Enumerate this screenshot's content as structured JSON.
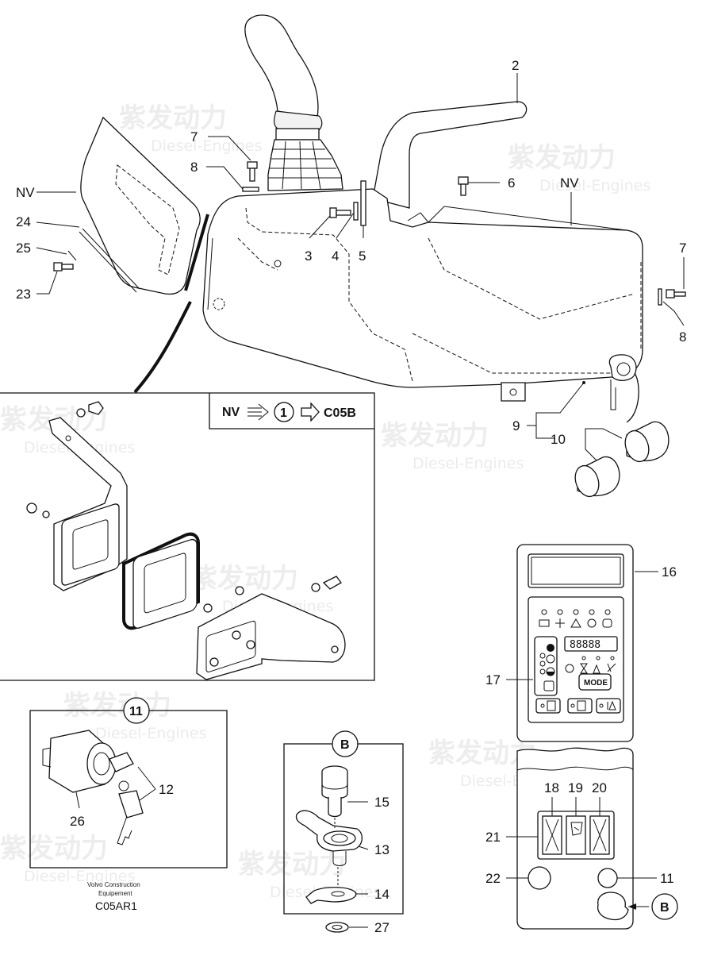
{
  "labels": {
    "p2": "2",
    "p3": "3",
    "p4": "4",
    "p5": "5",
    "p6": "6",
    "p7a": "7",
    "p7b": "7",
    "p8a": "8",
    "p8b": "8",
    "p9": "9",
    "p10": "10",
    "p11a": "11",
    "p11b": "11",
    "p12": "12",
    "p13": "13",
    "p14": "14",
    "p15": "15",
    "p16": "16",
    "p17": "17",
    "p18": "18",
    "p19": "19",
    "p20": "20",
    "p21": "21",
    "p22": "22",
    "p23": "23",
    "p24": "24",
    "p25": "25",
    "p26": "26",
    "p27": "27",
    "nv_left": "NV",
    "nv_right": "NV",
    "callout_b": "B",
    "detail_b": "B"
  },
  "inset_header": {
    "prefix": "NV",
    "circle": "1",
    "ref": "C05B"
  },
  "footer": {
    "company_line1": "Volvo Construction",
    "company_line2": "Equipement",
    "code": "C05AR1"
  },
  "panel": {
    "mode_button": "MODE",
    "display": "88888"
  },
  "watermark": {
    "cn": "紫发动力",
    "en": "Diesel-Engines"
  }
}
